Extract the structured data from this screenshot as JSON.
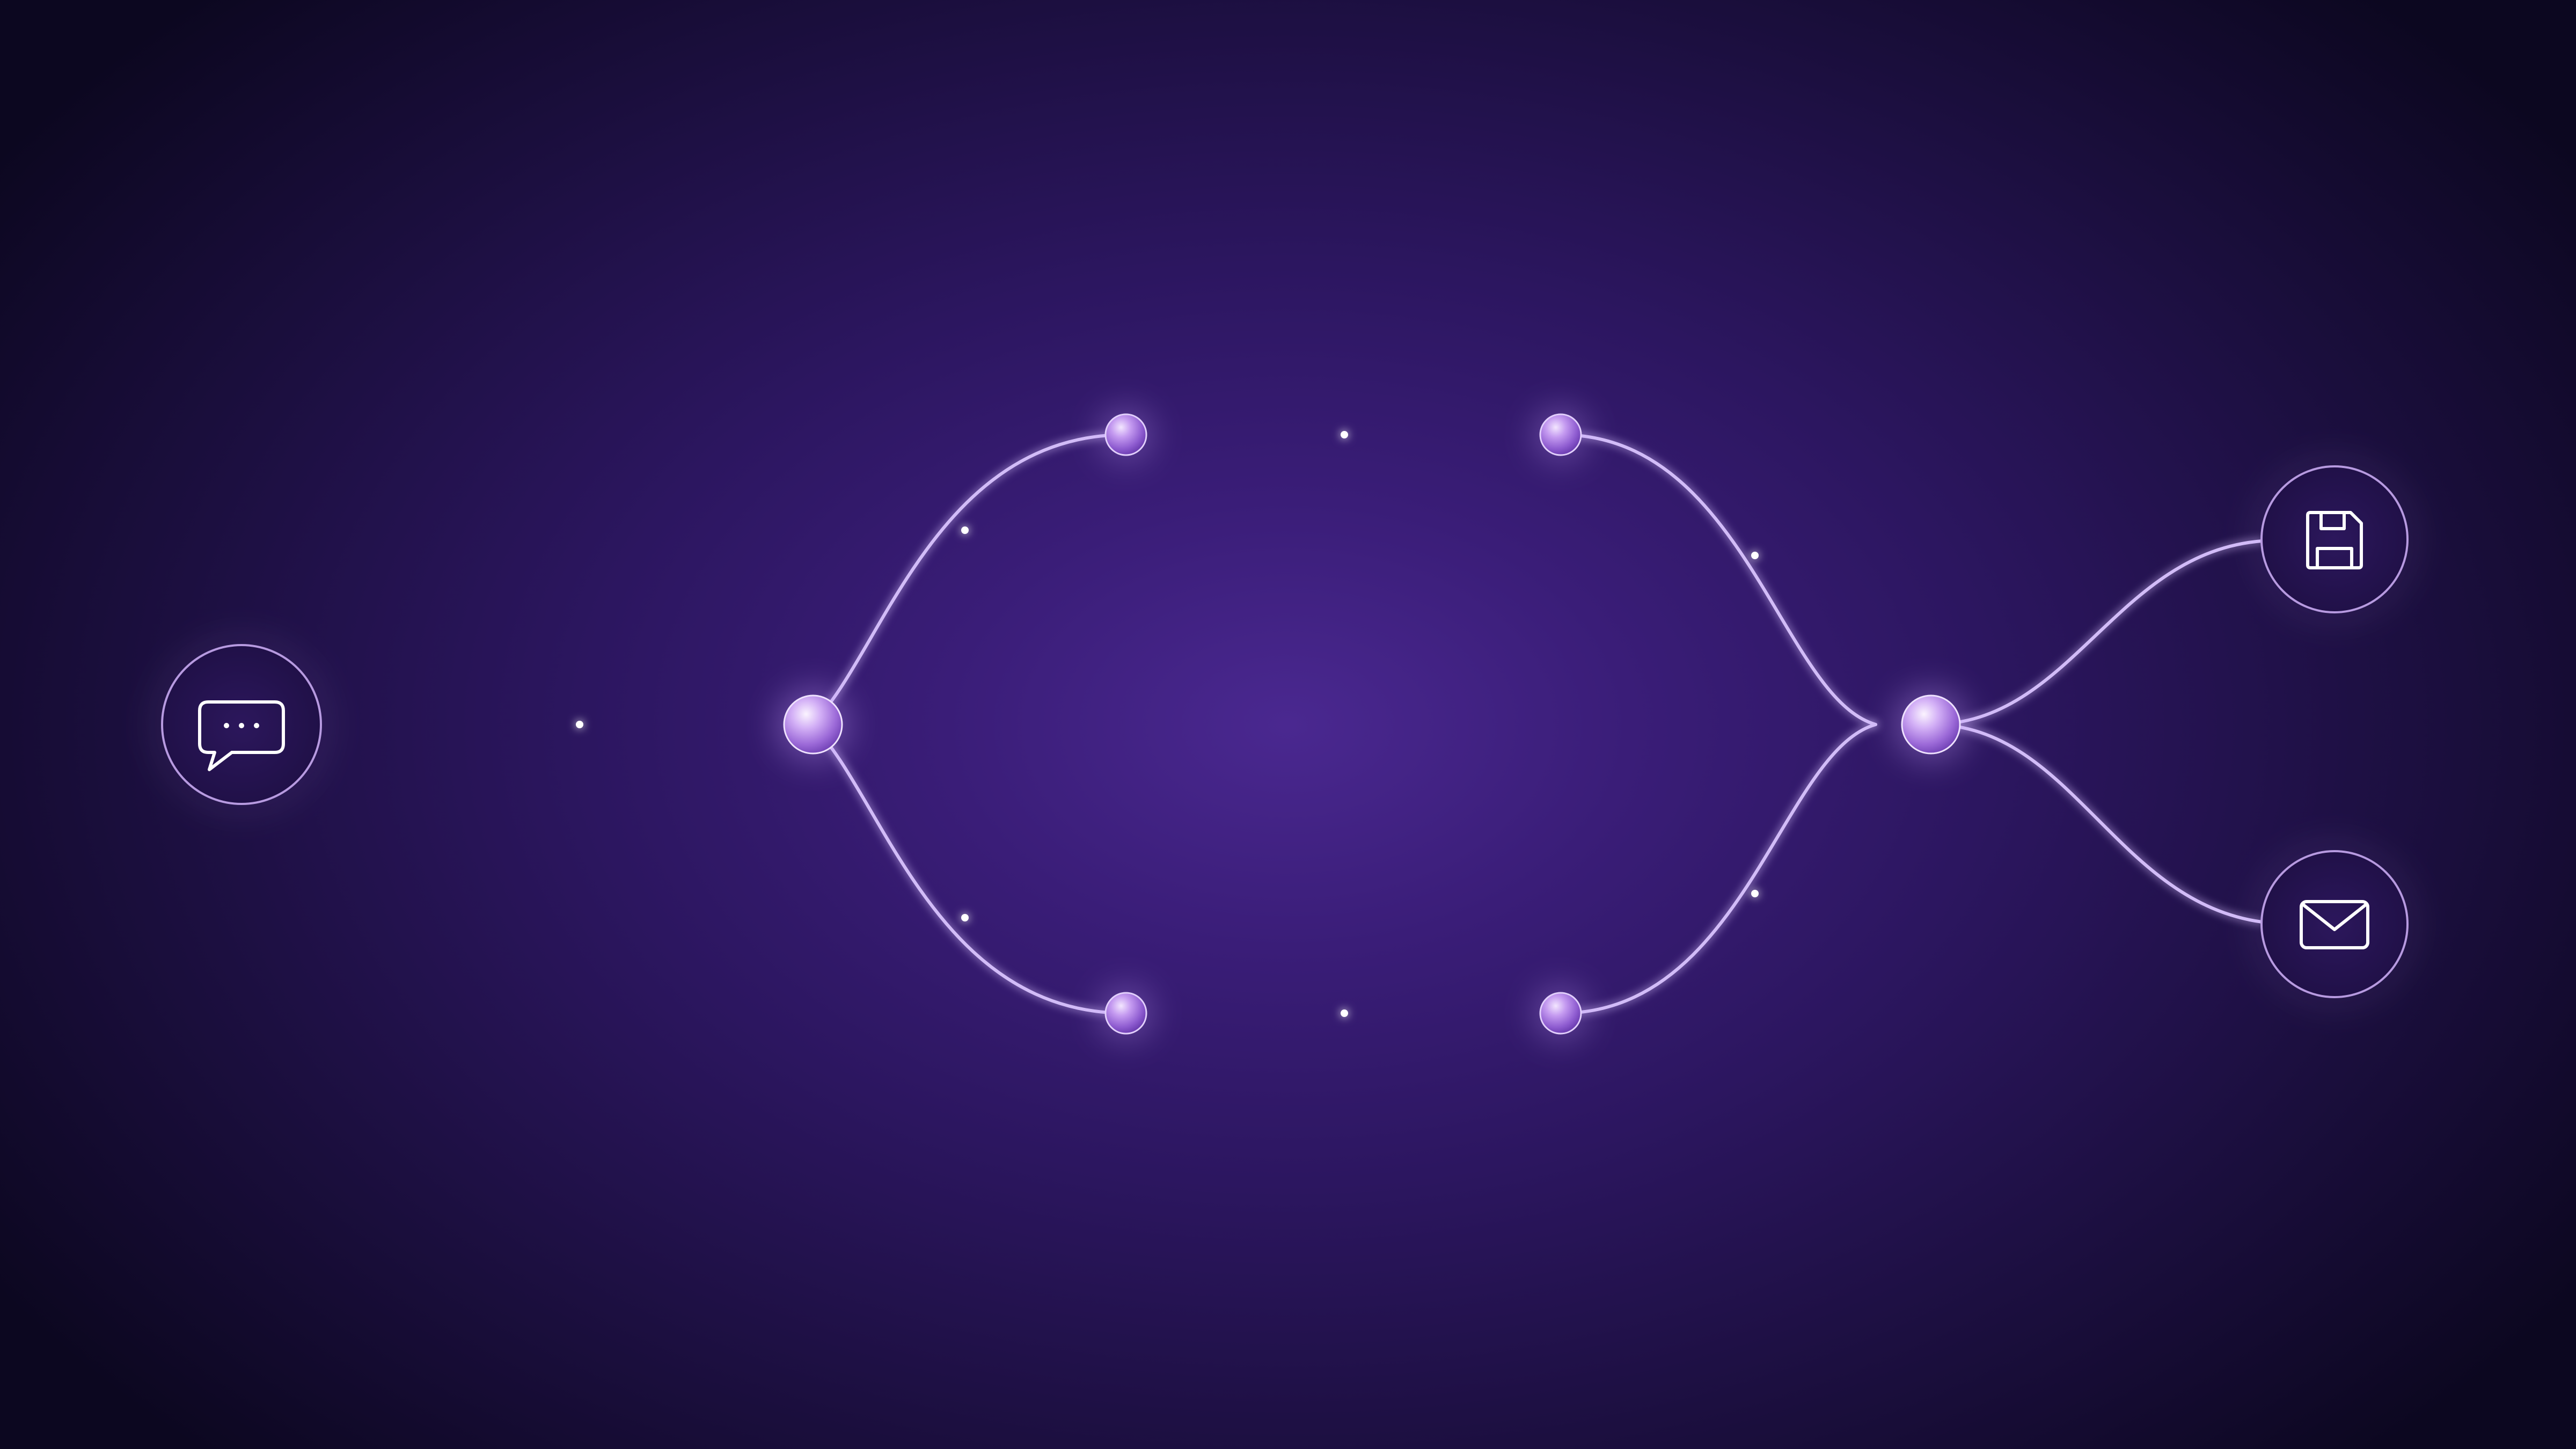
{
  "diagram": {
    "title": "",
    "nodes": [
      {
        "id": "input",
        "kind": "icon",
        "icon": "chat-bubble-icon"
      },
      {
        "id": "split",
        "kind": "junction"
      },
      {
        "id": "upper-a",
        "kind": "relay"
      },
      {
        "id": "upper-b",
        "kind": "relay"
      },
      {
        "id": "lower-a",
        "kind": "relay"
      },
      {
        "id": "lower-b",
        "kind": "relay"
      },
      {
        "id": "merge",
        "kind": "junction"
      },
      {
        "id": "save-output",
        "kind": "icon",
        "icon": "floppy-disk-icon"
      },
      {
        "id": "mail-output",
        "kind": "icon",
        "icon": "envelope-icon"
      }
    ],
    "edges": [
      {
        "from": "input",
        "to": "split"
      },
      {
        "from": "split",
        "to": "upper-a"
      },
      {
        "from": "upper-a",
        "to": "upper-b"
      },
      {
        "from": "upper-b",
        "to": "merge"
      },
      {
        "from": "split",
        "to": "lower-a"
      },
      {
        "from": "lower-a",
        "to": "lower-b"
      },
      {
        "from": "lower-b",
        "to": "merge"
      },
      {
        "from": "merge",
        "to": "save-output"
      },
      {
        "from": "merge",
        "to": "mail-output"
      }
    ],
    "colors": {
      "background_center": "#4a2890",
      "background_edge": "#0c0720",
      "line": "#d8c4ff",
      "node": "#a67ce0",
      "icon_stroke": "#ffffff"
    }
  }
}
